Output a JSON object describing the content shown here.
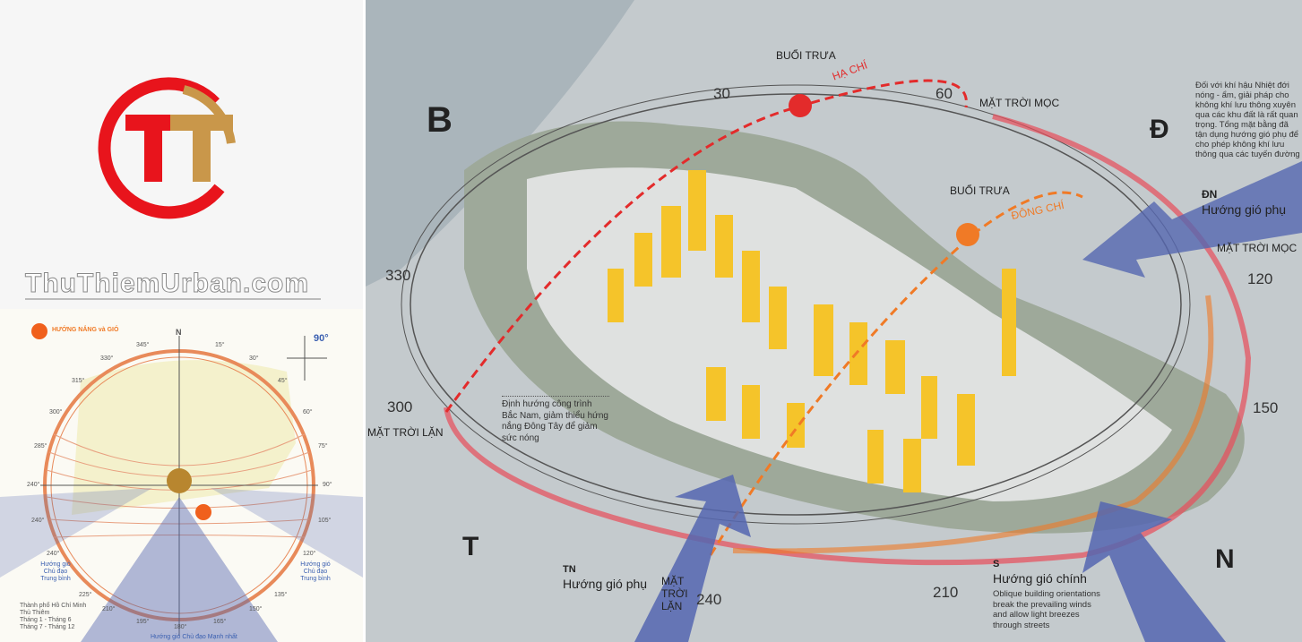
{
  "logo": {
    "letters": "TT",
    "colors": {
      "red": "#e8141c",
      "gold": "#c9974a"
    }
  },
  "brand": {
    "text": "ThuThiemUrban.com"
  },
  "sun_chart": {
    "title": "HƯỚNG NẮNG và GIÓ",
    "north": "N",
    "angle_badge": "90°",
    "degrees": [
      "345°",
      "15°",
      "330°",
      "30°",
      "315°",
      "45°",
      "300°",
      "60°",
      "285°",
      "75°",
      "240°",
      "90°",
      "240°",
      "105°",
      "240°",
      "120°",
      "225°",
      "135°",
      "210°",
      "150°",
      "195°",
      "165°",
      "180°"
    ],
    "wind_left": "Hướng gió Chủ đạo Trung bình",
    "wind_right": "Hướng gió Chủ đạo Trung bình",
    "wind_bottom": "Hướng gió Chủ đạo Mạnh nhất",
    "legend": [
      "Thành phố Hồ Chí Minh",
      "Thủ Thiêm",
      "Tháng 1 - Tháng 6",
      "Tháng 7 - Tháng 12"
    ]
  },
  "diagram": {
    "noon_summer": "BUỔI TRƯA",
    "summer": "HẠ CHÍ",
    "noon_winter": "BUỔI TRƯA",
    "winter": "ĐÔNG CHÍ",
    "sunrise_top": "MẶT TRỜI MỌC",
    "sunrise_right": "MẶT TRỜI MỌC",
    "sunset_left": "MẶT TRỜI LẶN",
    "sunset_bottom": "MẶT TRỜI LẶN",
    "dir_B": "B",
    "dir_D": "Đ",
    "dir_T": "T",
    "dir_N": "N",
    "deg": {
      "d30": "30",
      "d60": "60",
      "d330": "330",
      "d120": "120",
      "d300": "300",
      "d150": "150",
      "d240": "240",
      "d210": "210"
    },
    "note_orientation": "Định hướng công trình Bắc Nam, giảm thiểu hứng nắng Đông Tây để giảm sức nóng",
    "note_climate": "Đối với khí hậu Nhiệt đới nóng - ẩm, giải pháp cho không khí lưu thông xuyên qua các khu đất là rất quan trọng. Tổng mặt bằng đã tận dụng hướng gió phụ để cho phép không khí lưu thông qua các tuyến đường",
    "dn_code": "ĐN",
    "dn_label": "Hướng gió phụ",
    "tn_code": "TN",
    "tn_label": "Hướng gió phụ",
    "s_code": "S",
    "s_label": "Hướng gió chính",
    "s_note": "Oblique building orientations break the prevailing winds and allow light breezes through streets",
    "colors": {
      "summer": "#e32b2b",
      "winter": "#f07a26",
      "wind": "#5566b0",
      "buildings": "#f5c42a"
    }
  }
}
